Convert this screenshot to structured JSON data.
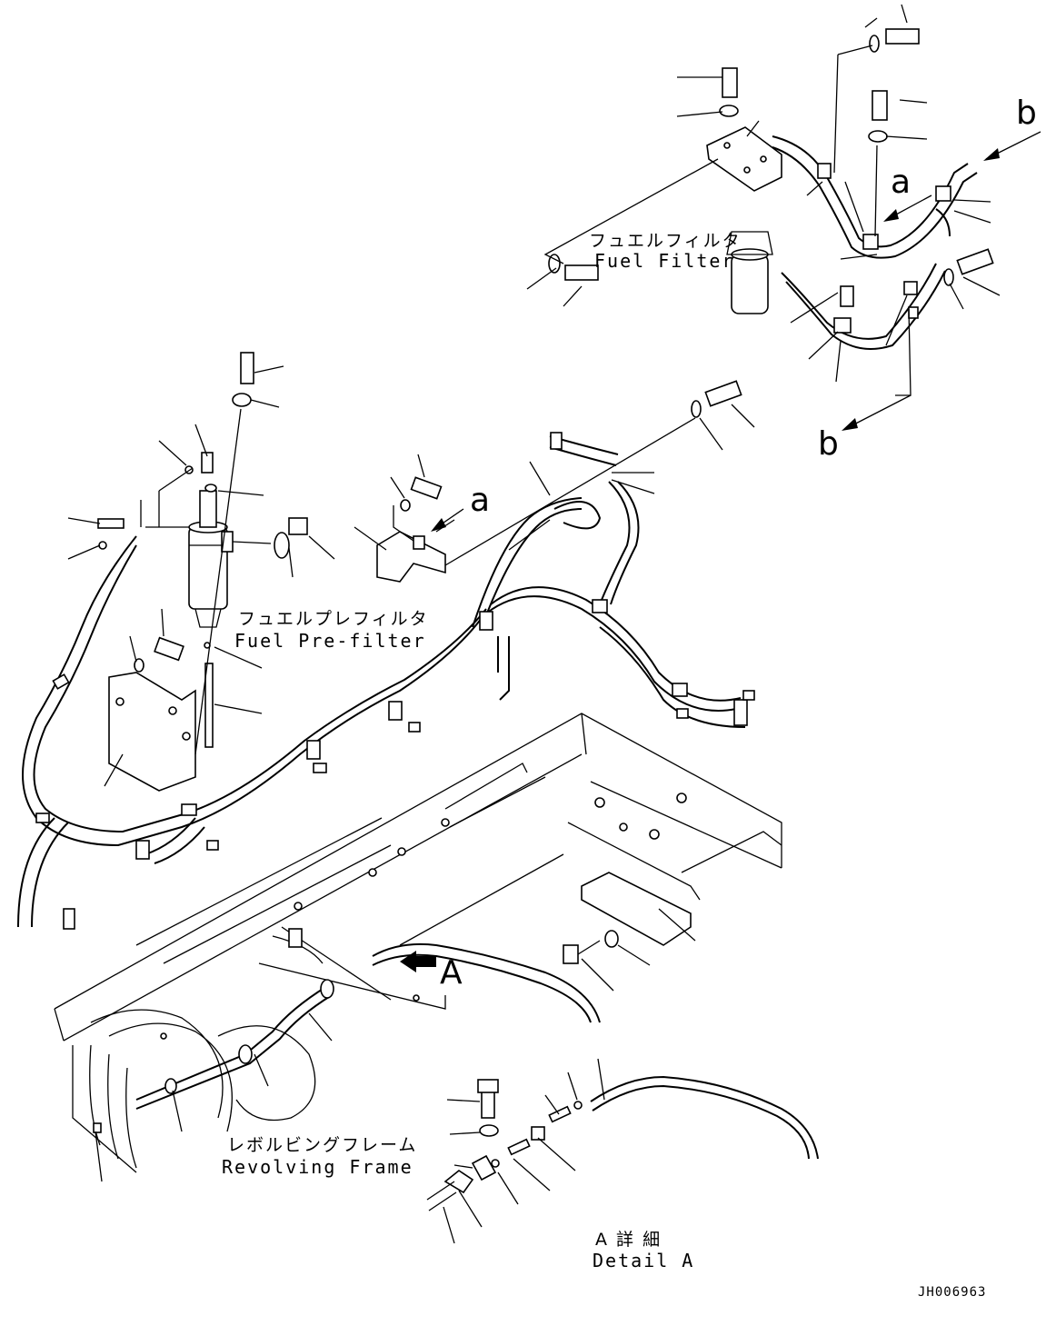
{
  "labels": {
    "fuel_filter_jp": "フュエルフィルタ",
    "fuel_filter_en": "Fuel Filter",
    "pre_filter_jp": "フュエルプレフィルタ",
    "pre_filter_en": "Fuel Pre-filter",
    "revolving_frame_jp": "レボルビングフレーム",
    "revolving_frame_en": "Revolving Frame",
    "detail_a_jp": "A 詳 細",
    "detail_a_en": "Detail A",
    "view_a": "A",
    "ref_a_top": "a",
    "ref_a_mid": "a",
    "ref_b_top": "b",
    "ref_b_bottom": "b",
    "drawing_code": "JH006963"
  }
}
